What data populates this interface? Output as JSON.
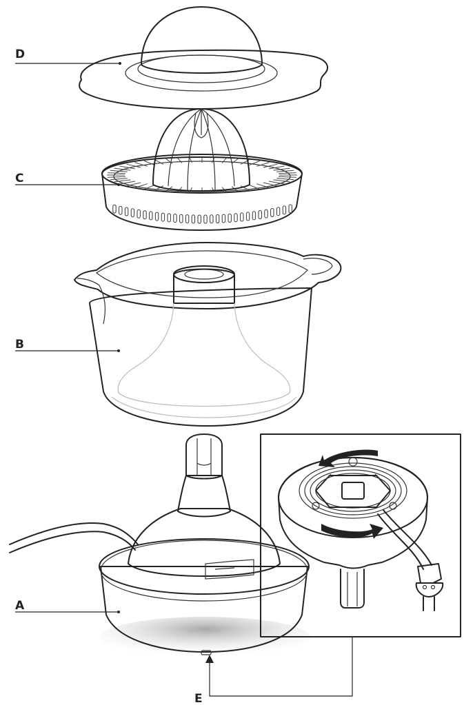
{
  "labels": {
    "a": "A",
    "b": "B",
    "c": "C",
    "d": "D",
    "e": "E"
  },
  "colors": {
    "line": "#222222",
    "fill": "#ffffff",
    "shadow": "#c8c8c8",
    "arrow": "#222222",
    "inset_border": "#444444"
  },
  "parts": {
    "a": "base-unit",
    "b": "juice-jug",
    "c": "juicer-cone-filter",
    "d": "dust-cover-lid",
    "e": "cord-storage-underside-inset"
  }
}
